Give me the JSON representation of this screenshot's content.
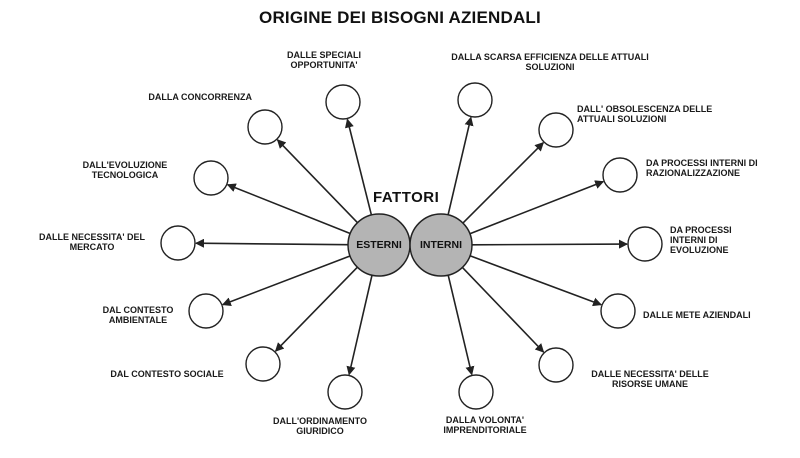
{
  "title": "ORIGINE DEI BISOGNI AZIENDALI",
  "center_label": "FATTORI",
  "hubs": {
    "external": "ESTERNI",
    "internal": "INTERNI"
  },
  "colors": {
    "hub_fill": "#b4b4b4",
    "stroke": "#222222",
    "leaf_fill": "#ffffff"
  },
  "external_factors": [
    {
      "line1": "DALLE SPECIALI",
      "line2": "OPPORTUNITA'"
    },
    {
      "line1": "DALLA CONCORRENZA",
      "line2": ""
    },
    {
      "line1": "DALL'EVOLUZIONE",
      "line2": "TECNOLOGICA"
    },
    {
      "line1": "DALLE NECESSITA' DEL",
      "line2": "MERCATO"
    },
    {
      "line1": "DAL CONTESTO",
      "line2": "AMBIENTALE"
    },
    {
      "line1": "DAL CONTESTO  SOCIALE",
      "line2": ""
    },
    {
      "line1": "DALL'ORDINAMENTO",
      "line2": "GIURIDICO"
    }
  ],
  "internal_factors": [
    {
      "line1": "DALLA SCARSA EFFICIENZA DELLE ATTUALI",
      "line2": "SOLUZIONI"
    },
    {
      "line1": "DALL' OBSOLESCENZA DELLE",
      "line2": "ATTUALI SOLUZIONI"
    },
    {
      "line1": "DA PROCESSI INTERNI DI",
      "line2": "RAZIONALIZZAZIONE"
    },
    {
      "line1": "DA PROCESSI",
      "line2": "INTERNI DI",
      "line3": "EVOLUZIONE"
    },
    {
      "line1": "DALLE  METE AZIENDALI",
      "line2": ""
    },
    {
      "line1": "DALLE NECESSITA' DELLE",
      "line2": "RISORSE UMANE"
    },
    {
      "line1": "DALLA VOLONTA'",
      "line2": "IMPRENDITORIALE"
    }
  ]
}
